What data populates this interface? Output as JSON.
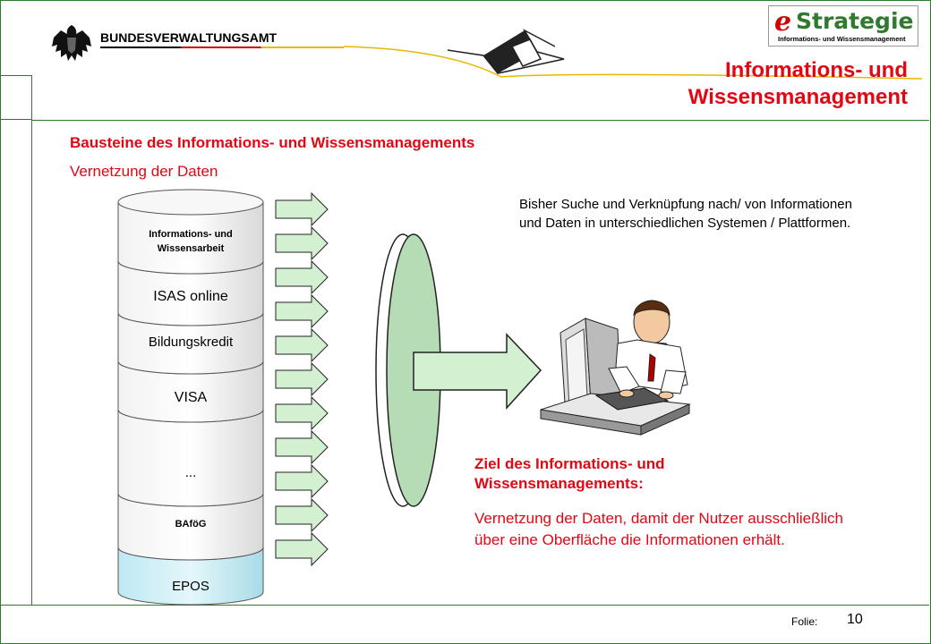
{
  "header": {
    "agency": "BUNDESVERWALTUNGSAMT",
    "title_line1": "Informations- und",
    "title_line2": "Wissensmanagement",
    "logo": {
      "e": "e",
      "word": "Strategie",
      "sub": "Informations- und Wissensmanagement"
    }
  },
  "content": {
    "section_title": "Bausteine des Informations- und Wissensmanagements",
    "section_subtitle": "Vernetzung der Daten",
    "info_text": "Bisher Suche und Verknüpfung nach/ von Informationen und Daten in unterschiedlichen Systemen / Plattformen.",
    "goal_heading": "Ziel des Informations- und Wissensmanagements:",
    "goal_text": "Vernetzung der Daten, damit der Nutzer ausschließlich über eine Oberfläche die Informationen erhält."
  },
  "layers": [
    {
      "label_line1": "Informations- und",
      "label_line2": "Wissensarbeit"
    },
    {
      "label": "ISAS online"
    },
    {
      "label": "Bildungskredit"
    },
    {
      "label": "VISA"
    },
    {
      "label": "..."
    },
    {
      "label": "BAföG"
    },
    {
      "label": "EPOS"
    }
  ],
  "footer": {
    "label": "Folie:",
    "page": "10"
  },
  "colors": {
    "accent": "#e30613",
    "frame": "#2f7a2f",
    "arrow_fill": "#d3f0d0",
    "disk_fill": "#b6dcb6",
    "epos_fill": "#cdeef6"
  },
  "icons": [
    "eagle-icon",
    "house-logo-icon",
    "user-at-computer-icon"
  ]
}
